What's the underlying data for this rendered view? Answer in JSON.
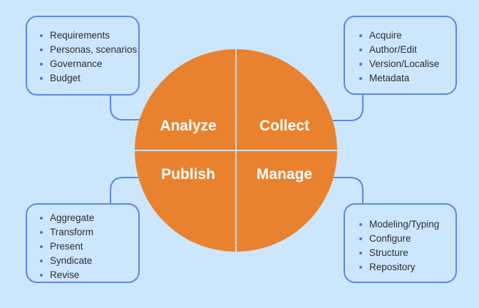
{
  "diagram": {
    "title": "Content lifecycle",
    "colors": {
      "background": "#cce6fd",
      "circle": "#e9822f",
      "box_border": "#5c87df",
      "bullet": "#4a76d6",
      "text": "#2d2d33",
      "quadrant_text": "#ffffff"
    },
    "quadrants": [
      {
        "id": "analyze",
        "label": "Analyze",
        "position": "top-left",
        "items": [
          "Requirements",
          "Personas, scenarios",
          "Governance",
          "Budget"
        ]
      },
      {
        "id": "collect",
        "label": "Collect",
        "position": "top-right",
        "items": [
          "Acquire",
          "Author/Edit",
          "Version/Localise",
          "Metadata"
        ]
      },
      {
        "id": "publish",
        "label": "Publish",
        "position": "bottom-left",
        "items": [
          "Aggregate",
          "Transform",
          "Present",
          "Syndicate",
          "Revise"
        ]
      },
      {
        "id": "manage",
        "label": "Manage",
        "position": "bottom-right",
        "items": [
          "Modeling/Typing",
          "Configure",
          "Structure",
          "Repository"
        ]
      }
    ]
  }
}
